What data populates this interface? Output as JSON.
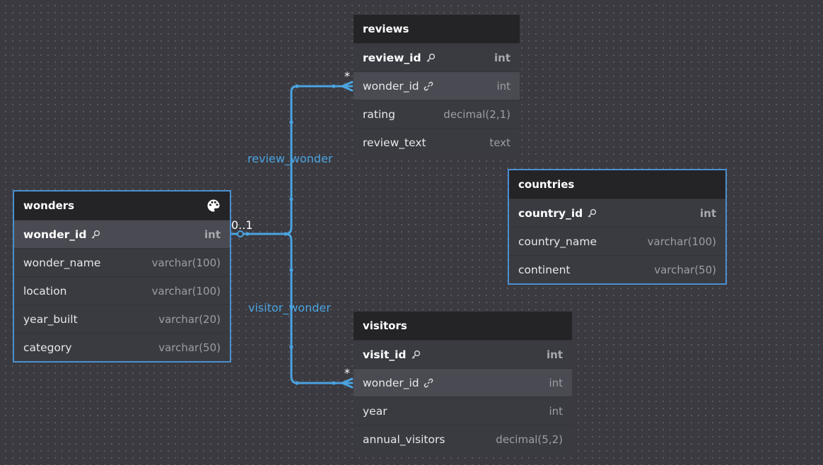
{
  "tables": {
    "reviews": {
      "title": "reviews",
      "rows": [
        {
          "name": "review_id",
          "type": "int",
          "key": "pk"
        },
        {
          "name": "wonder_id",
          "type": "int",
          "key": "fk"
        },
        {
          "name": "rating",
          "type": "decimal(2,1)"
        },
        {
          "name": "review_text",
          "type": "text"
        }
      ]
    },
    "countries": {
      "title": "countries",
      "rows": [
        {
          "name": "country_id",
          "type": "int",
          "key": "pk"
        },
        {
          "name": "country_name",
          "type": "varchar(100)"
        },
        {
          "name": "continent",
          "type": "varchar(50)"
        }
      ]
    },
    "wonders": {
      "title": "wonders",
      "header_icon": "palette-icon",
      "rows": [
        {
          "name": "wonder_id",
          "type": "int",
          "key": "pk"
        },
        {
          "name": "wonder_name",
          "type": "varchar(100)"
        },
        {
          "name": "location",
          "type": "varchar(100)"
        },
        {
          "name": "year_built",
          "type": "varchar(20)"
        },
        {
          "name": "category",
          "type": "varchar(50)"
        }
      ]
    },
    "visitors": {
      "title": "visitors",
      "rows": [
        {
          "name": "visit_id",
          "type": "int",
          "key": "pk"
        },
        {
          "name": "wonder_id",
          "type": "int",
          "key": "fk"
        },
        {
          "name": "year",
          "type": "int"
        },
        {
          "name": "annual_visitors",
          "type": "decimal(5,2)"
        }
      ]
    }
  },
  "relationships": {
    "review_wonder": {
      "label": "review_wonder",
      "from_card": "0..1",
      "to_card": "*"
    },
    "visitor_wonder": {
      "label": "visitor_wonder",
      "from_card": "0..1",
      "to_card": "*"
    }
  },
  "colors": {
    "accent": "#4ba3e0",
    "selection": "#4a8fd0",
    "header": "#242427",
    "body": "#3a3b41",
    "highlight_row": "#4a4b52"
  }
}
